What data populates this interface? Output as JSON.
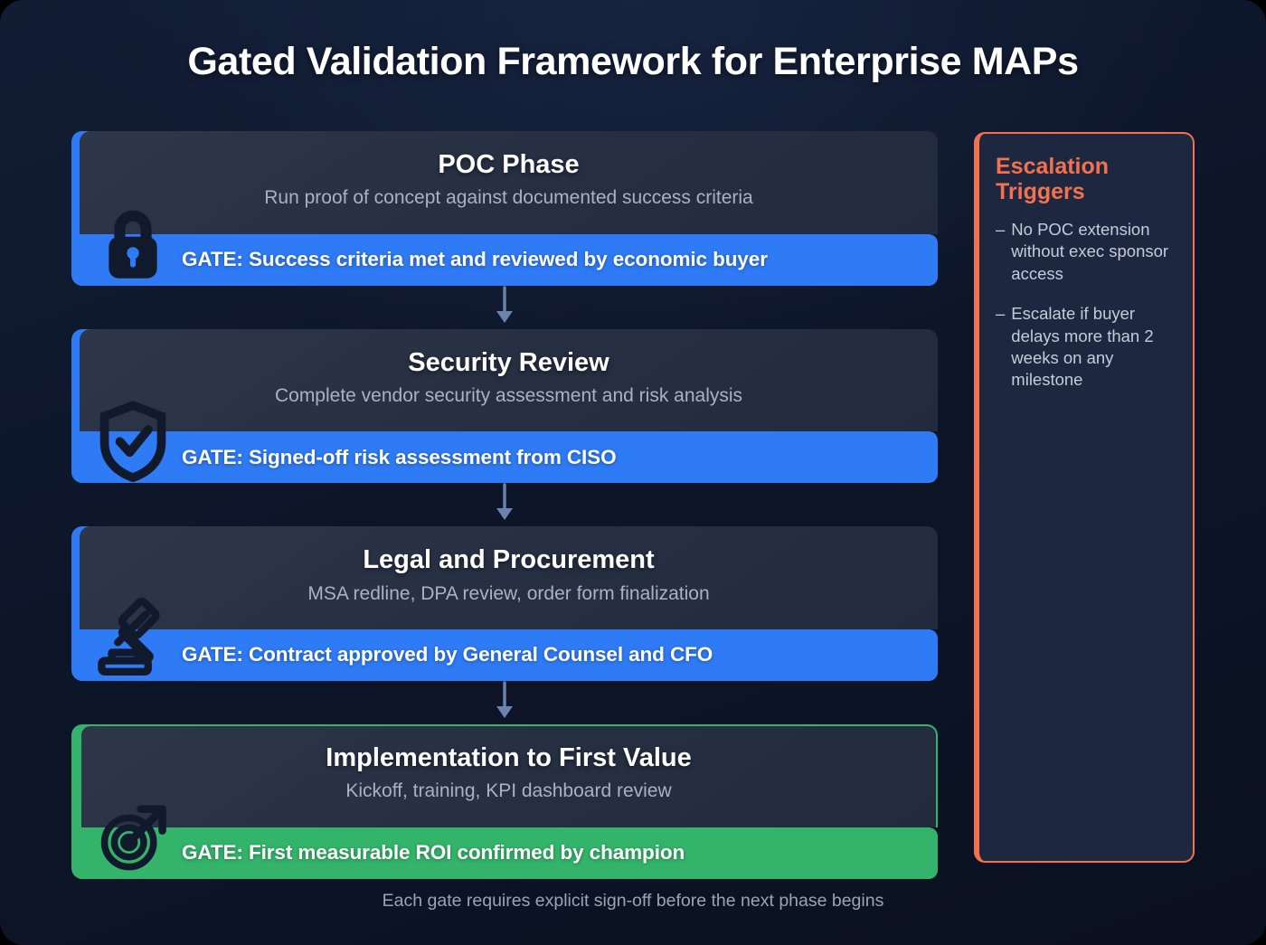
{
  "header": {
    "title": "Gated Validation Framework for Enterprise MAPs"
  },
  "flow": {
    "phases": [
      {
        "title": "POC Phase",
        "description": "Run proof of concept against documented success criteria",
        "gate_label": "GATE: Success criteria met and reviewed by economic buyer",
        "icon": "lock-icon",
        "accent": "#2F7BF6",
        "state": "filled"
      },
      {
        "title": "Security Review",
        "description": "Complete vendor security assessment and risk analysis",
        "gate_label": "GATE: Signed-off risk assessment from CISO",
        "icon": "shield-check-icon",
        "accent": "#2F7BF6",
        "state": "filled"
      },
      {
        "title": "Legal and Procurement",
        "description": "MSA redline, DPA review, order form finalization",
        "gate_label": "GATE: Contract approved by General Counsel and CFO",
        "icon": "gavel-icon",
        "accent": "#2F7BF6",
        "state": "filled"
      },
      {
        "title": "Implementation to First Value",
        "description": "Kickoff, training, KPI dashboard review",
        "gate_label": "GATE: First measurable ROI confirmed by champion",
        "icon": "target-arrow-icon",
        "accent": "#34B46A",
        "state": "outlined"
      }
    ],
    "connector_icon": "arrow-down-icon",
    "connector_color": "#6b84ad"
  },
  "escalation": {
    "title": "Escalation Triggers",
    "accent": "#F4714F",
    "bullet": "–",
    "items": [
      "No POC extension without exec sponsor access",
      "Escalate if buyer delays more than 2 weeks on any milestone"
    ]
  },
  "footer": {
    "note": "Each gate requires explicit sign-off before the next phase begins"
  }
}
